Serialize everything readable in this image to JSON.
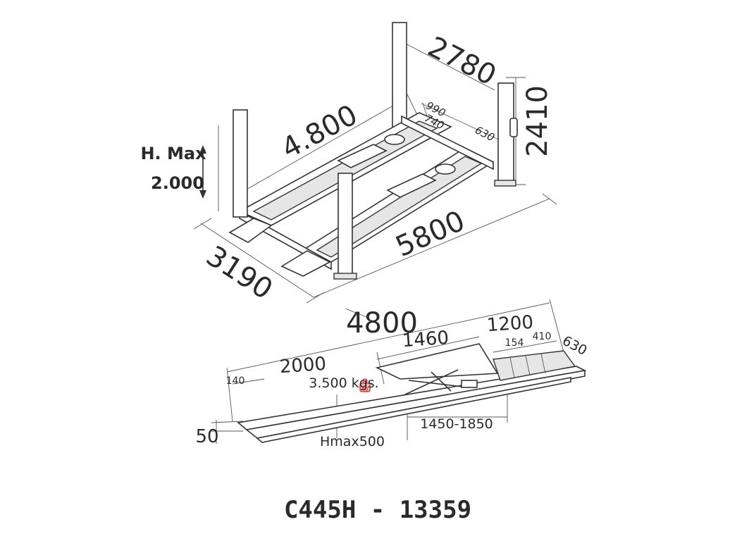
{
  "diagram": {
    "perspective": {
      "dim_width_rear": "2780",
      "dim_height": "2410",
      "dim_runway": "4.800",
      "dim_990": "990",
      "dim_740": "740",
      "dim_630": "630",
      "h_max_label": "H. Max",
      "h_max_value": "2.000",
      "dim_length": "5800",
      "dim_width_front": "3190",
      "dim_total_length": "4800"
    },
    "side_view": {
      "dim_1200": "1200",
      "dim_1460": "1460",
      "dim_154": "154",
      "dim_410": "410",
      "dim_630": "630",
      "dim_2000": "2000",
      "dim_140": "140",
      "capacity": "3.500 kgs.",
      "kg_icon_text": "kg",
      "dim_1450_1850": "1450-1850",
      "hmax_label": "Hmax500",
      "dim_50": "50"
    },
    "model_label": "C445H - 13359",
    "colors": {
      "line": "#333333",
      "accent_red": "#d63a3a"
    }
  }
}
